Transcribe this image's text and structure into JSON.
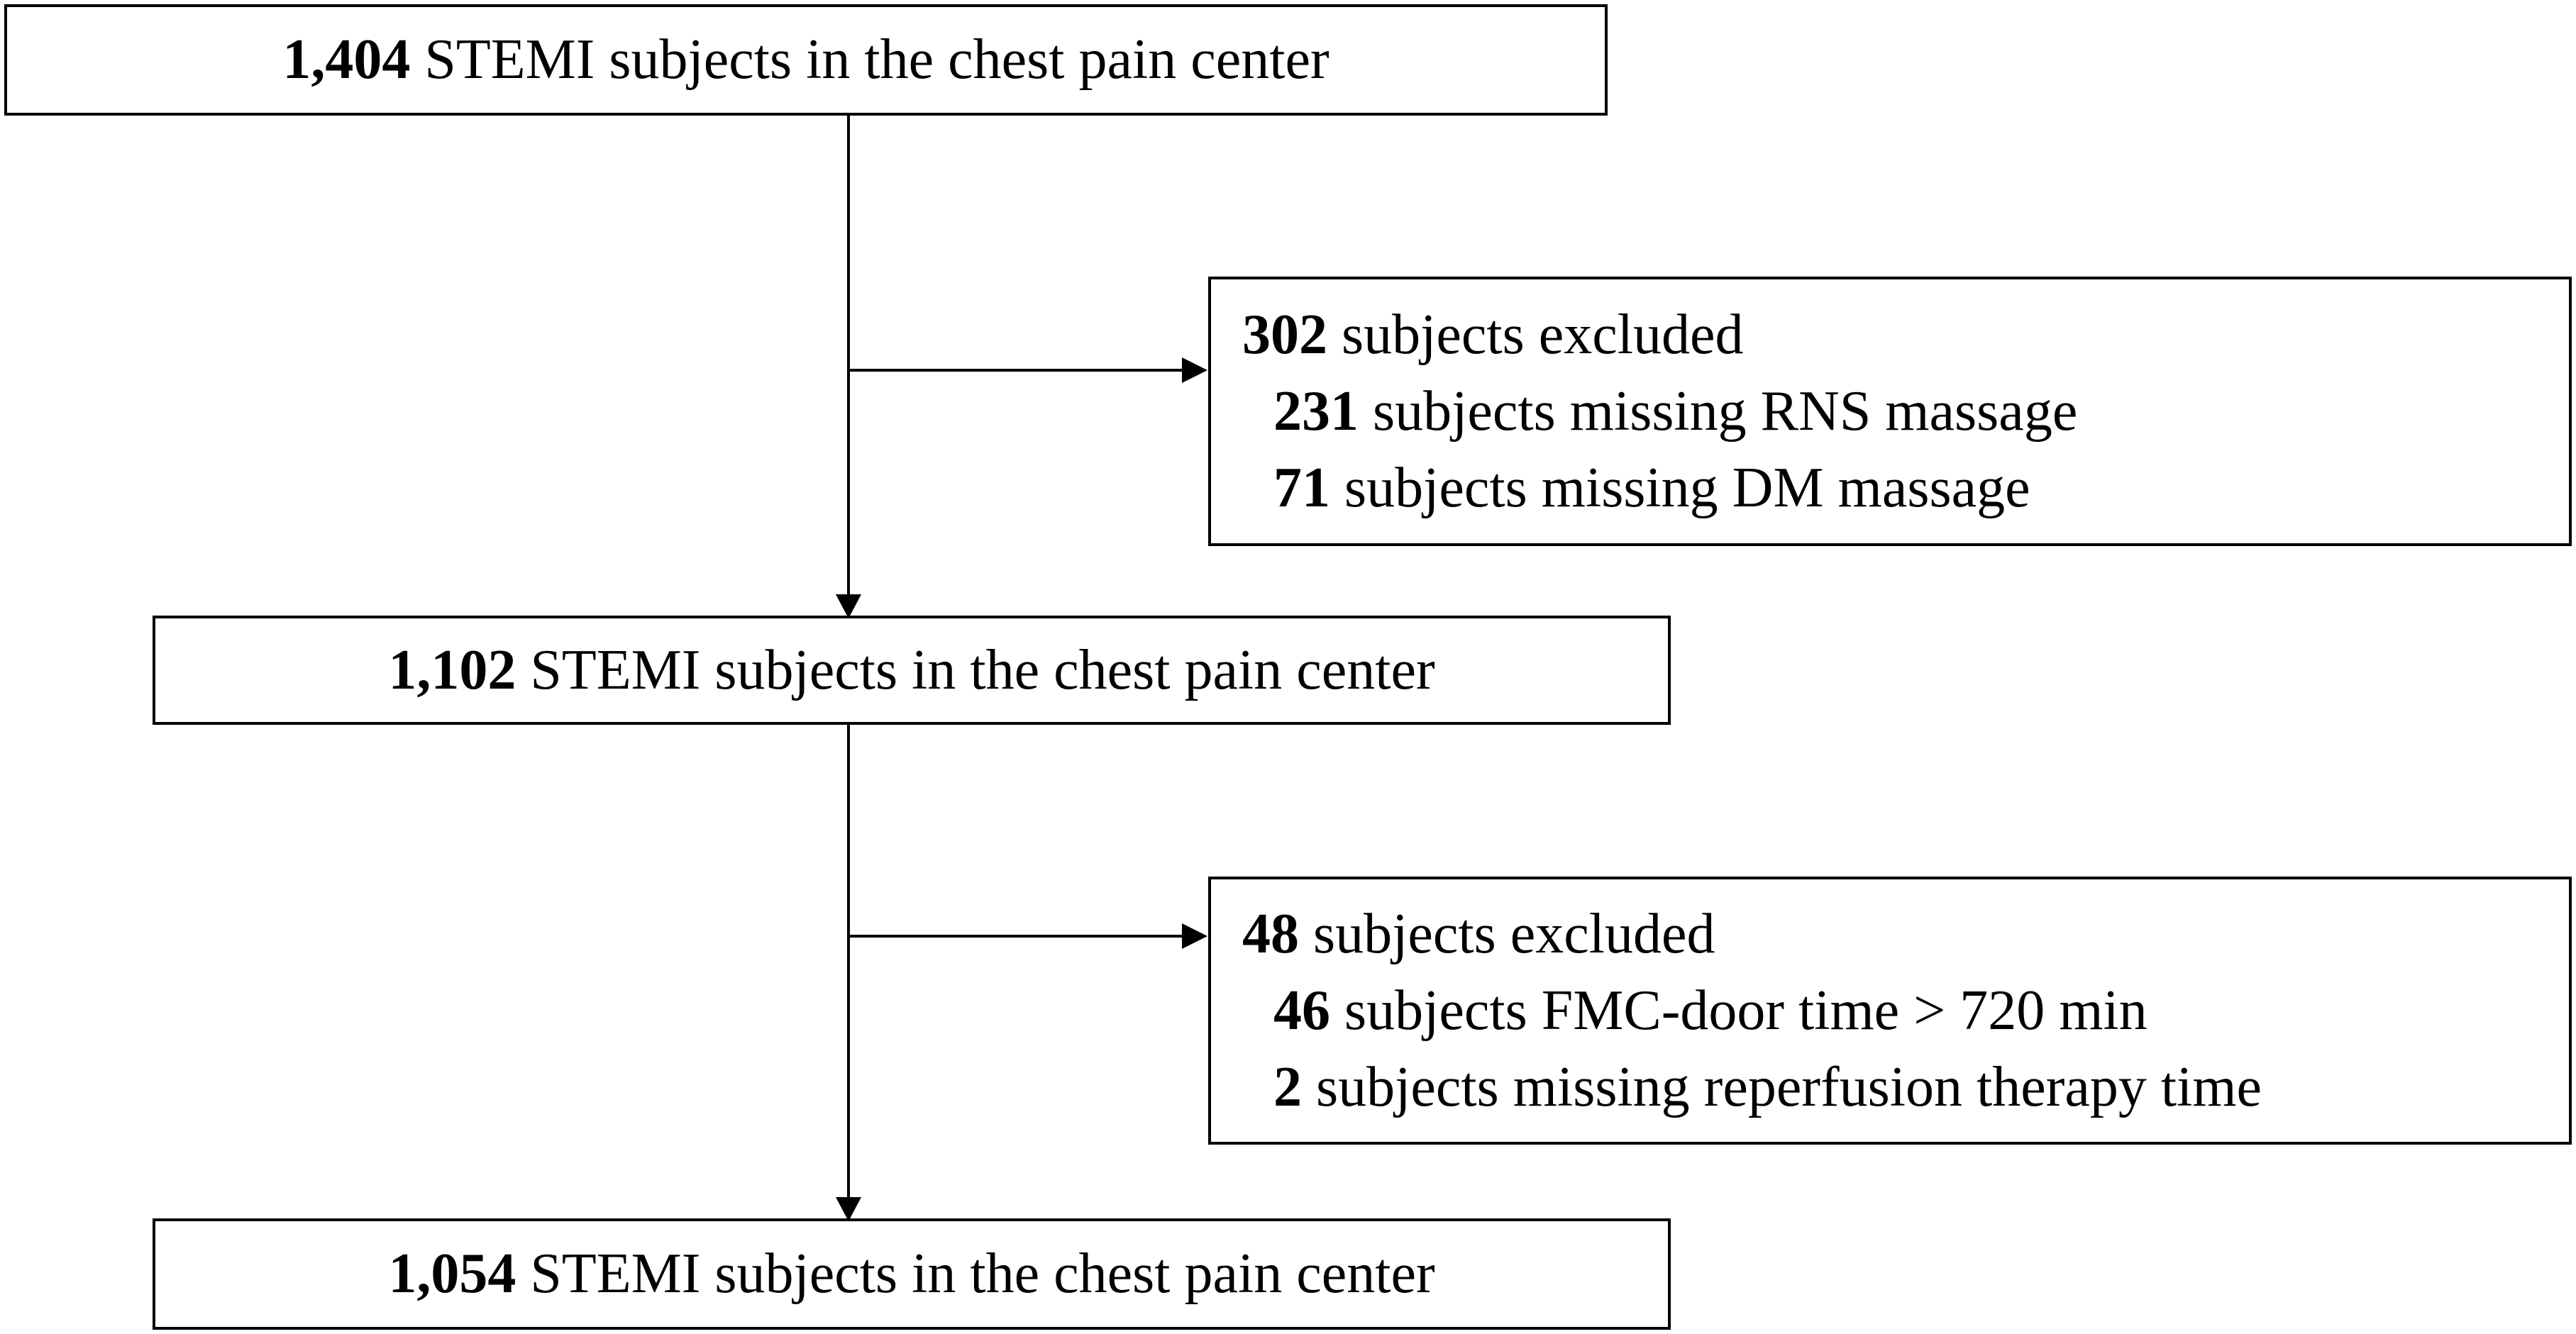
{
  "flowchart": {
    "step1": {
      "count": "1,404",
      "text": " STEMI subjects in the chest pain center"
    },
    "exclusion1": {
      "count": "302",
      "text": " subjects excluded",
      "reasons": [
        {
          "count": "231",
          "text": " subjects missing RNS massage"
        },
        {
          "count": "71",
          "text": " subjects missing DM massage"
        }
      ]
    },
    "step2": {
      "count": "1,102",
      "text": " STEMI subjects in the chest pain center"
    },
    "exclusion2": {
      "count": "48",
      "text": " subjects excluded",
      "reasons": [
        {
          "count": "46",
          "text": " subjects FMC-door time > 720 min"
        },
        {
          "count": "2",
          "text": " subjects missing reperfusion therapy time"
        }
      ]
    },
    "step3": {
      "count": "1,054",
      "text": " STEMI subjects in the chest pain center"
    }
  },
  "colors": {
    "stroke": "#000000",
    "background": "#ffffff"
  }
}
